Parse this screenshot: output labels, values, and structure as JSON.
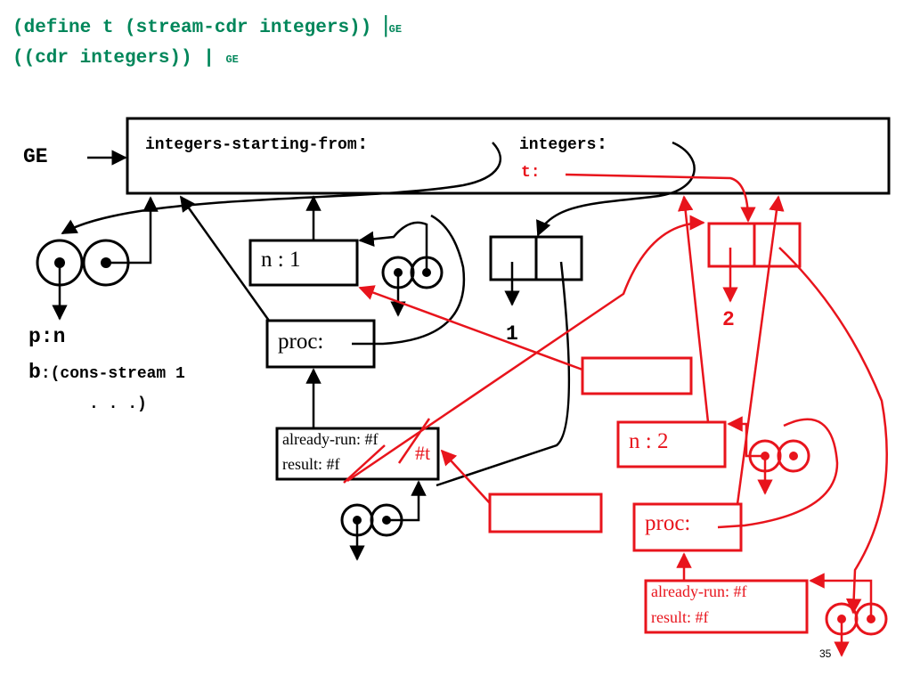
{
  "header": {
    "line1": "(define t (stream-cdr integers))",
    "line1_bar": "|",
    "line1_sub": "GE",
    "line2": "((cdr integers))",
    "line2_bar": "|",
    "line2_sub": "GE"
  },
  "global_env": {
    "label": "GE",
    "binding_integers_starting_from": "integers-starting-from",
    "binding_integers": "integers",
    "colon": ":",
    "binding_t": "t:"
  },
  "procedure_object": {
    "params": "p:n",
    "body_prefix": "b",
    "body_line1": ":(cons-stream 1",
    "body_line2": ". . .)"
  },
  "frames": {
    "n1": "n : 1",
    "proc1": "proc:",
    "already_run1": "already-run: #f",
    "result1": "result: #f",
    "true_mark": "#t",
    "one": "1",
    "n2": "n : 2",
    "proc2": "proc:",
    "already_run2": "already-run: #f",
    "result2": "result: #f",
    "two": "2"
  },
  "footer": {
    "slide_number": "35"
  },
  "colors": {
    "header": "#00865a",
    "highlight": "#e8141c",
    "ink": "#000000"
  }
}
